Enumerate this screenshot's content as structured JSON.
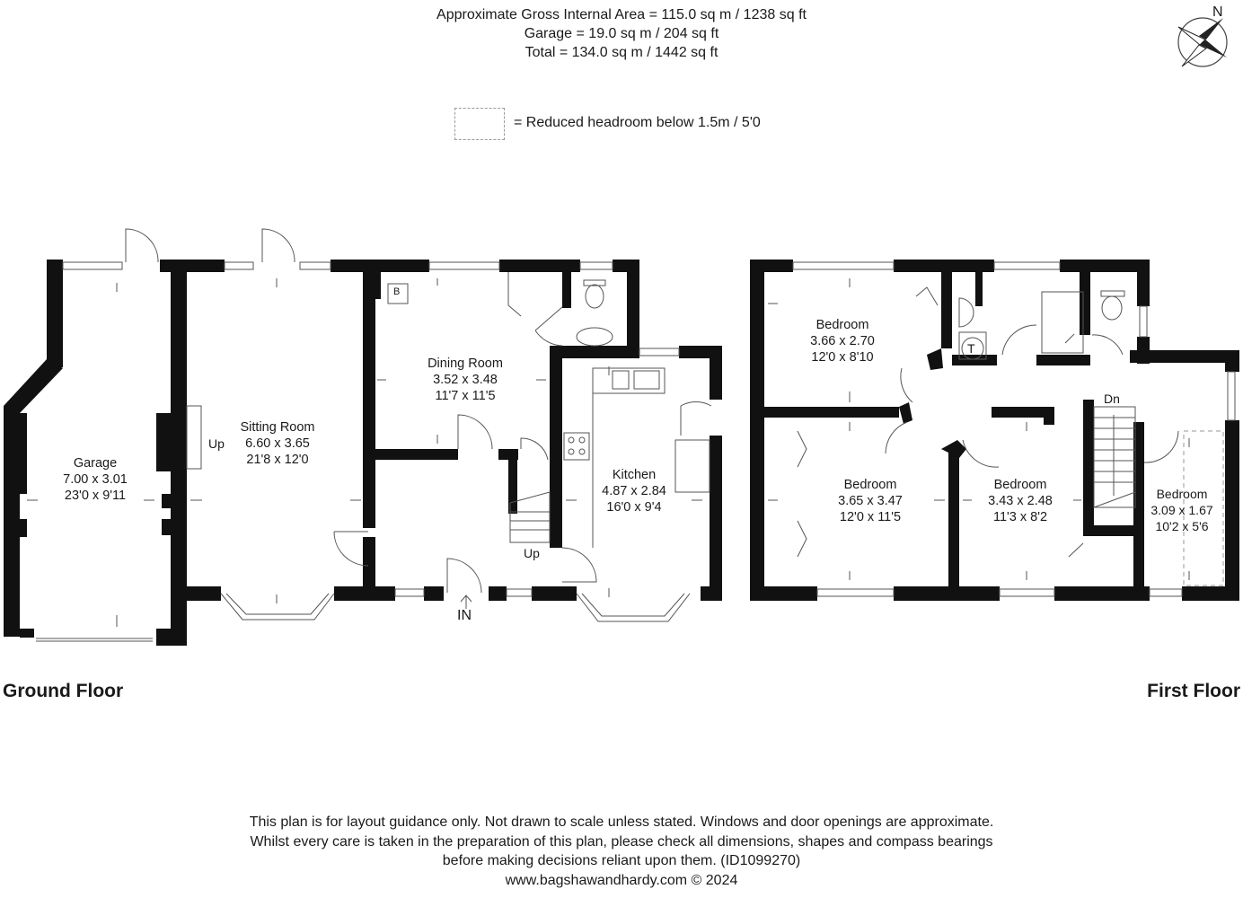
{
  "areas": {
    "line1": "Approximate Gross Internal Area = 115.0 sq m / 1238 sq ft",
    "line2": "Garage = 19.0 sq m / 204 sq ft",
    "line3": "Total = 134.0 sq m / 1442 sq ft"
  },
  "compass": {
    "label": "N",
    "icon": "compass-rose-icon"
  },
  "legend": {
    "text": "= Reduced headroom below 1.5m / 5'0"
  },
  "ground_floor": {
    "title": "Ground Floor",
    "entrance": "IN",
    "stairs_up": "Up",
    "stairs_up_2": "Up",
    "boiler": "B",
    "rooms": [
      {
        "name": "Garage",
        "metric": "7.00 x 3.01",
        "imperial": "23'0 x 9'11"
      },
      {
        "name": "Sitting Room",
        "metric": "6.60 x 3.65",
        "imperial": "21'8 x 12'0"
      },
      {
        "name": "Dining Room",
        "metric": "3.52 x 3.48",
        "imperial": "11'7 x 11'5"
      },
      {
        "name": "Kitchen",
        "metric": "4.87 x 2.84",
        "imperial": "16'0 x 9'4"
      }
    ]
  },
  "first_floor": {
    "title": "First Floor",
    "stairs_down": "Dn",
    "tank": "T",
    "rooms": [
      {
        "name": "Bedroom",
        "metric": "3.66 x 2.70",
        "imperial": "12'0 x 8'10"
      },
      {
        "name": "Bedroom",
        "metric": "3.65 x 3.47",
        "imperial": "12'0 x 11'5"
      },
      {
        "name": "Bedroom",
        "metric": "3.43 x 2.48",
        "imperial": "11'3 x 8'2"
      },
      {
        "name": "Bedroom",
        "metric": "3.09 x 1.67",
        "imperial": "10'2 x 5'6"
      }
    ]
  },
  "disclaimer": {
    "line1": "This plan is for layout guidance only. Not drawn to scale unless stated. Windows and door openings are approximate.",
    "line2": "Whilst every care is taken in the preparation of this plan, please check all dimensions, shapes and compass bearings",
    "line3": "before making decisions reliant upon them. (ID1099270)",
    "line4": "www.bagshawandhardy.com © 2024"
  },
  "colors": {
    "wall": "#111111",
    "line": "#555555",
    "dashed": "#9a9a9a"
  }
}
